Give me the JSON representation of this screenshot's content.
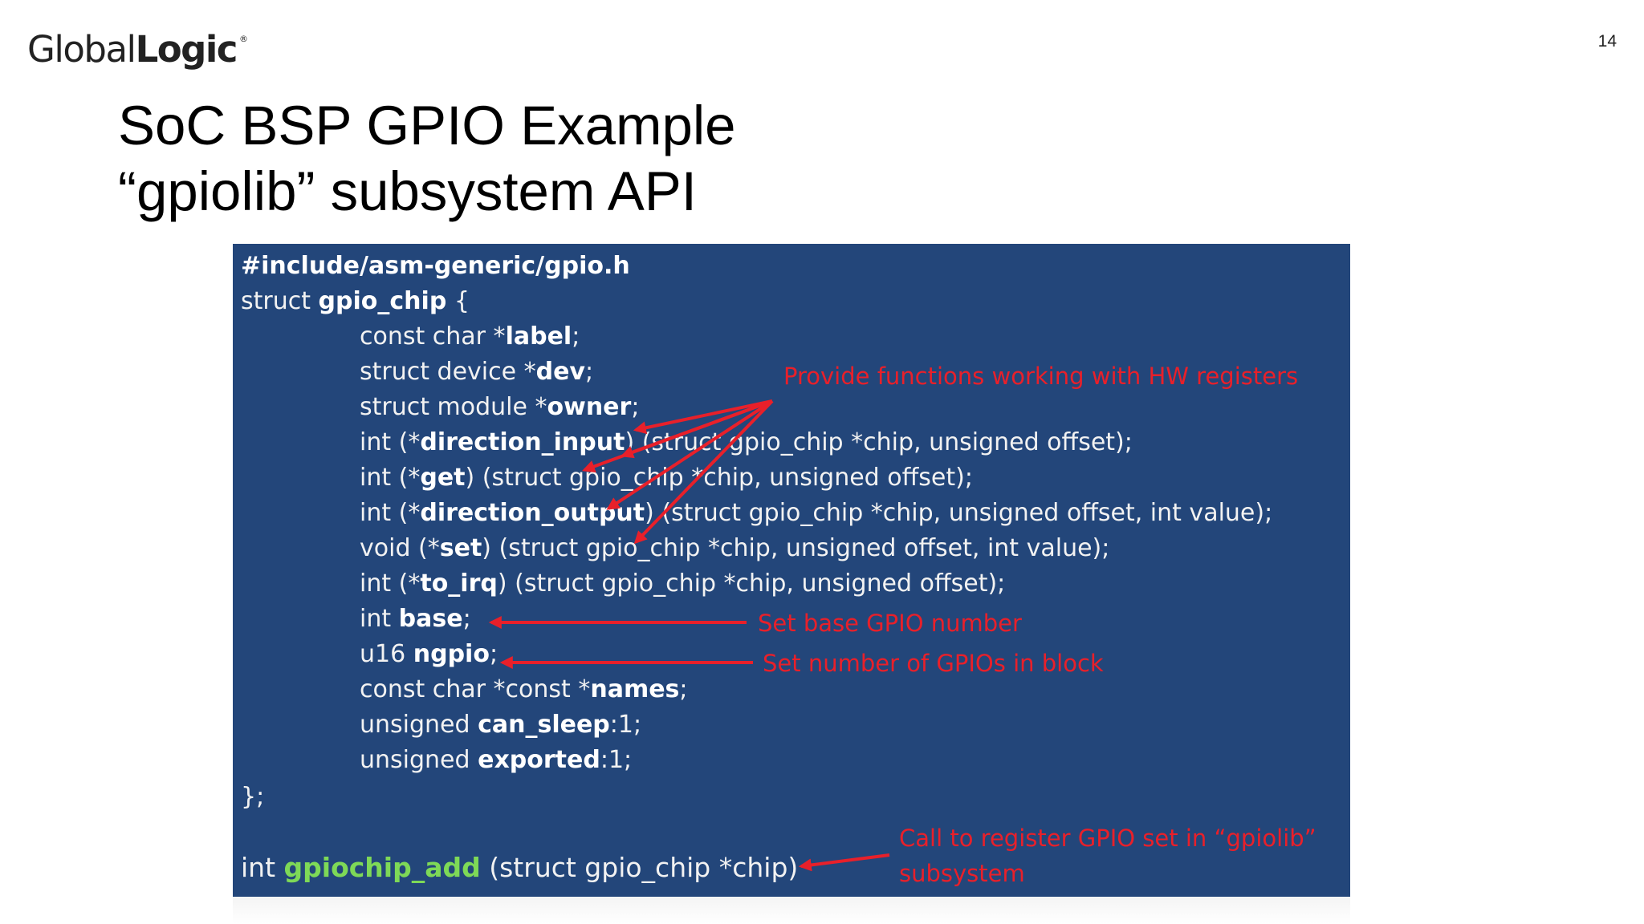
{
  "logo": {
    "part1": "Global",
    "part2": "Logic",
    "mark": "®"
  },
  "page_number": "14",
  "title": {
    "line1": "SoC BSP GPIO Example",
    "line2": "“gpiolib” subsystem API"
  },
  "code": {
    "include": "#include/asm-generic/gpio.h",
    "struct_open": {
      "pre": "struct ",
      "name": "gpio_chip",
      "post": " {"
    },
    "fields": [
      {
        "pre": "const char *",
        "name": "label",
        "post": ";"
      },
      {
        "pre": "struct device *",
        "name": "dev",
        "post": ";"
      },
      {
        "pre": "struct module *",
        "name": "owner",
        "post": ";"
      },
      {
        "pre": "int (*",
        "name": "direction_input",
        "post": ") (struct gpio_chip *chip, unsigned offset);"
      },
      {
        "pre": "int (*",
        "name": "get",
        "post": ") (struct gpio_chip *chip, unsigned offset);"
      },
      {
        "pre": "int (*",
        "name": "direction_output",
        "post": ") (struct gpio_chip *chip, unsigned offset, int value);"
      },
      {
        "pre": "void (*",
        "name": "set",
        "post": ") (struct gpio_chip *chip, unsigned offset, int value);"
      },
      {
        "pre": "int (*",
        "name": "to_irq",
        "post": ") (struct gpio_chip *chip, unsigned offset);"
      },
      {
        "pre": "int ",
        "name": "base",
        "post": ";"
      },
      {
        "pre": "u16 ",
        "name": "ngpio",
        "post": ";"
      },
      {
        "pre": "const char *const *",
        "name": "names",
        "post": ";"
      },
      {
        "pre": "unsigned ",
        "name": "can_sleep",
        "post": ":1;"
      },
      {
        "pre": "unsigned ",
        "name": "exported",
        "post": ":1;"
      }
    ],
    "struct_close": "};",
    "add_call": {
      "pre": "int ",
      "name": "gpiochip_add",
      "post": " (struct gpio_chip *chip)"
    }
  },
  "notes": {
    "hw_registers": "Provide functions working with HW registers",
    "base": "Set base GPIO number",
    "ngpio": "Set number of GPIOs in block",
    "register_line1": "Call to register GPIO set in “gpiolib”",
    "register_line2": "subsystem"
  },
  "colors": {
    "panel_background": "#23467a",
    "code_text": "#f2f2f2",
    "function_name": "#7ed957",
    "annotation_red": "#e8202a"
  }
}
